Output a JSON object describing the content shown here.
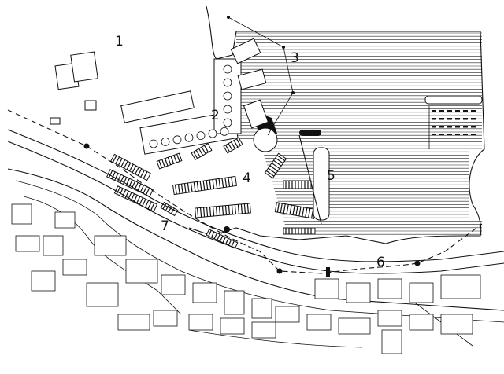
{
  "labels": {
    "l1": "1",
    "l2": "2",
    "l3": "3",
    "l4": "4",
    "l5": "5",
    "l6": "6",
    "l7": "7"
  },
  "icons": {
    "route_node": "black-dot",
    "north_water": "hatched-water"
  },
  "colors": {
    "ink": "#111111",
    "paper": "#ffffff"
  }
}
